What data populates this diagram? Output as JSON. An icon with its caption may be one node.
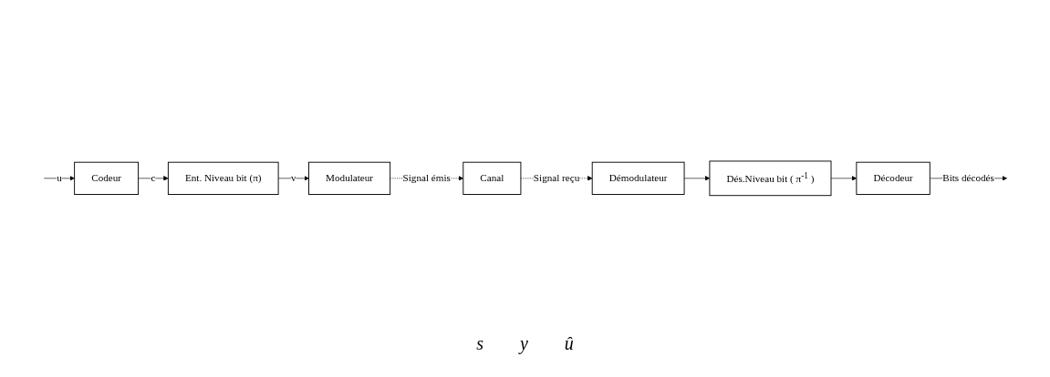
{
  "diagram": {
    "nodes": [
      {
        "text": [
          "Codeur"
        ]
      },
      {
        "text": [
          "Ent. Niveau bit (π)"
        ]
      },
      {
        "text": [
          "Modulateur"
        ]
      },
      {
        "text": [
          "Canal"
        ]
      },
      {
        "text": [
          "Démodulateur"
        ]
      },
      {
        "text": [
          "Dés.Niveau bit ( π$^{-1}$ )"
        ]
      },
      {
        "text": [
          "Décodeur"
        ]
      }
    ],
    "edges": [
      {
        "from": null,
        "to": 0,
        "arrow": "to",
        "label": "u"
      },
      {
        "from": 0,
        "to": 1,
        "arrow": "to",
        "label": "c"
      },
      {
        "from": 1,
        "to": 2,
        "arrow": "to",
        "label": "v"
      },
      {
        "from": 2,
        "to": 3,
        "arrow": "to",
        "label": "Signal émis",
        "style": "dashed"
      },
      {
        "from": 3,
        "to": 4,
        "arrow": "to",
        "label": "Signal reçu",
        "style": "dashed"
      },
      {
        "from": 4,
        "to": 5,
        "arrow": "to"
      },
      {
        "from": 5,
        "to": 6,
        "arrow": "to"
      },
      {
        "from": 6,
        "to": null,
        "arrow": "to",
        "label": "Bits décodés"
      }
    ],
    "labels": [
      "s",
      "y",
      "û"
    ]
  }
}
